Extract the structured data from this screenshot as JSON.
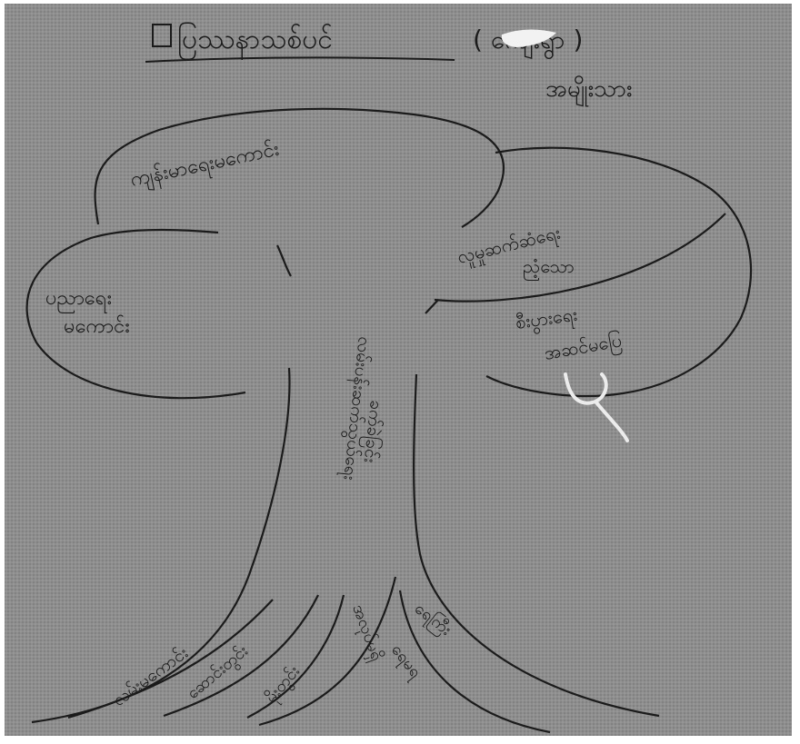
{
  "title": "ပြဿနာသစ်ပင်",
  "title_paren": "( ကျေးရွာ )",
  "subtitle": "အမျိုးသား",
  "canopy": {
    "top": "ကျန်းမာရေးမကောင်း",
    "left": [
      "ပညာရေး",
      "မကောင်း"
    ],
    "right_top": [
      "လူမှုဆက်ဆံရေး",
      "ညံ့သော"
    ],
    "right_bottom": [
      "စီးပွားရေး",
      "အဆင်မပြေ"
    ]
  },
  "trunk": [
    "လမ်းပန်းဆက်သွယ်ရေး",
    "ခက်ခဲခြင်း"
  ],
  "roots": [
    "လမ်းမကောင်း",
    "ဆောင်းတွင်း",
    "မိုးတွင်း",
    "အလုပ်မရှိ",
    "ရေမရ",
    "ရေကြီး"
  ],
  "colors": {
    "paper": "#8e8e8e",
    "ink": "#1b1b1b",
    "highlight": "#f2f2f2"
  }
}
